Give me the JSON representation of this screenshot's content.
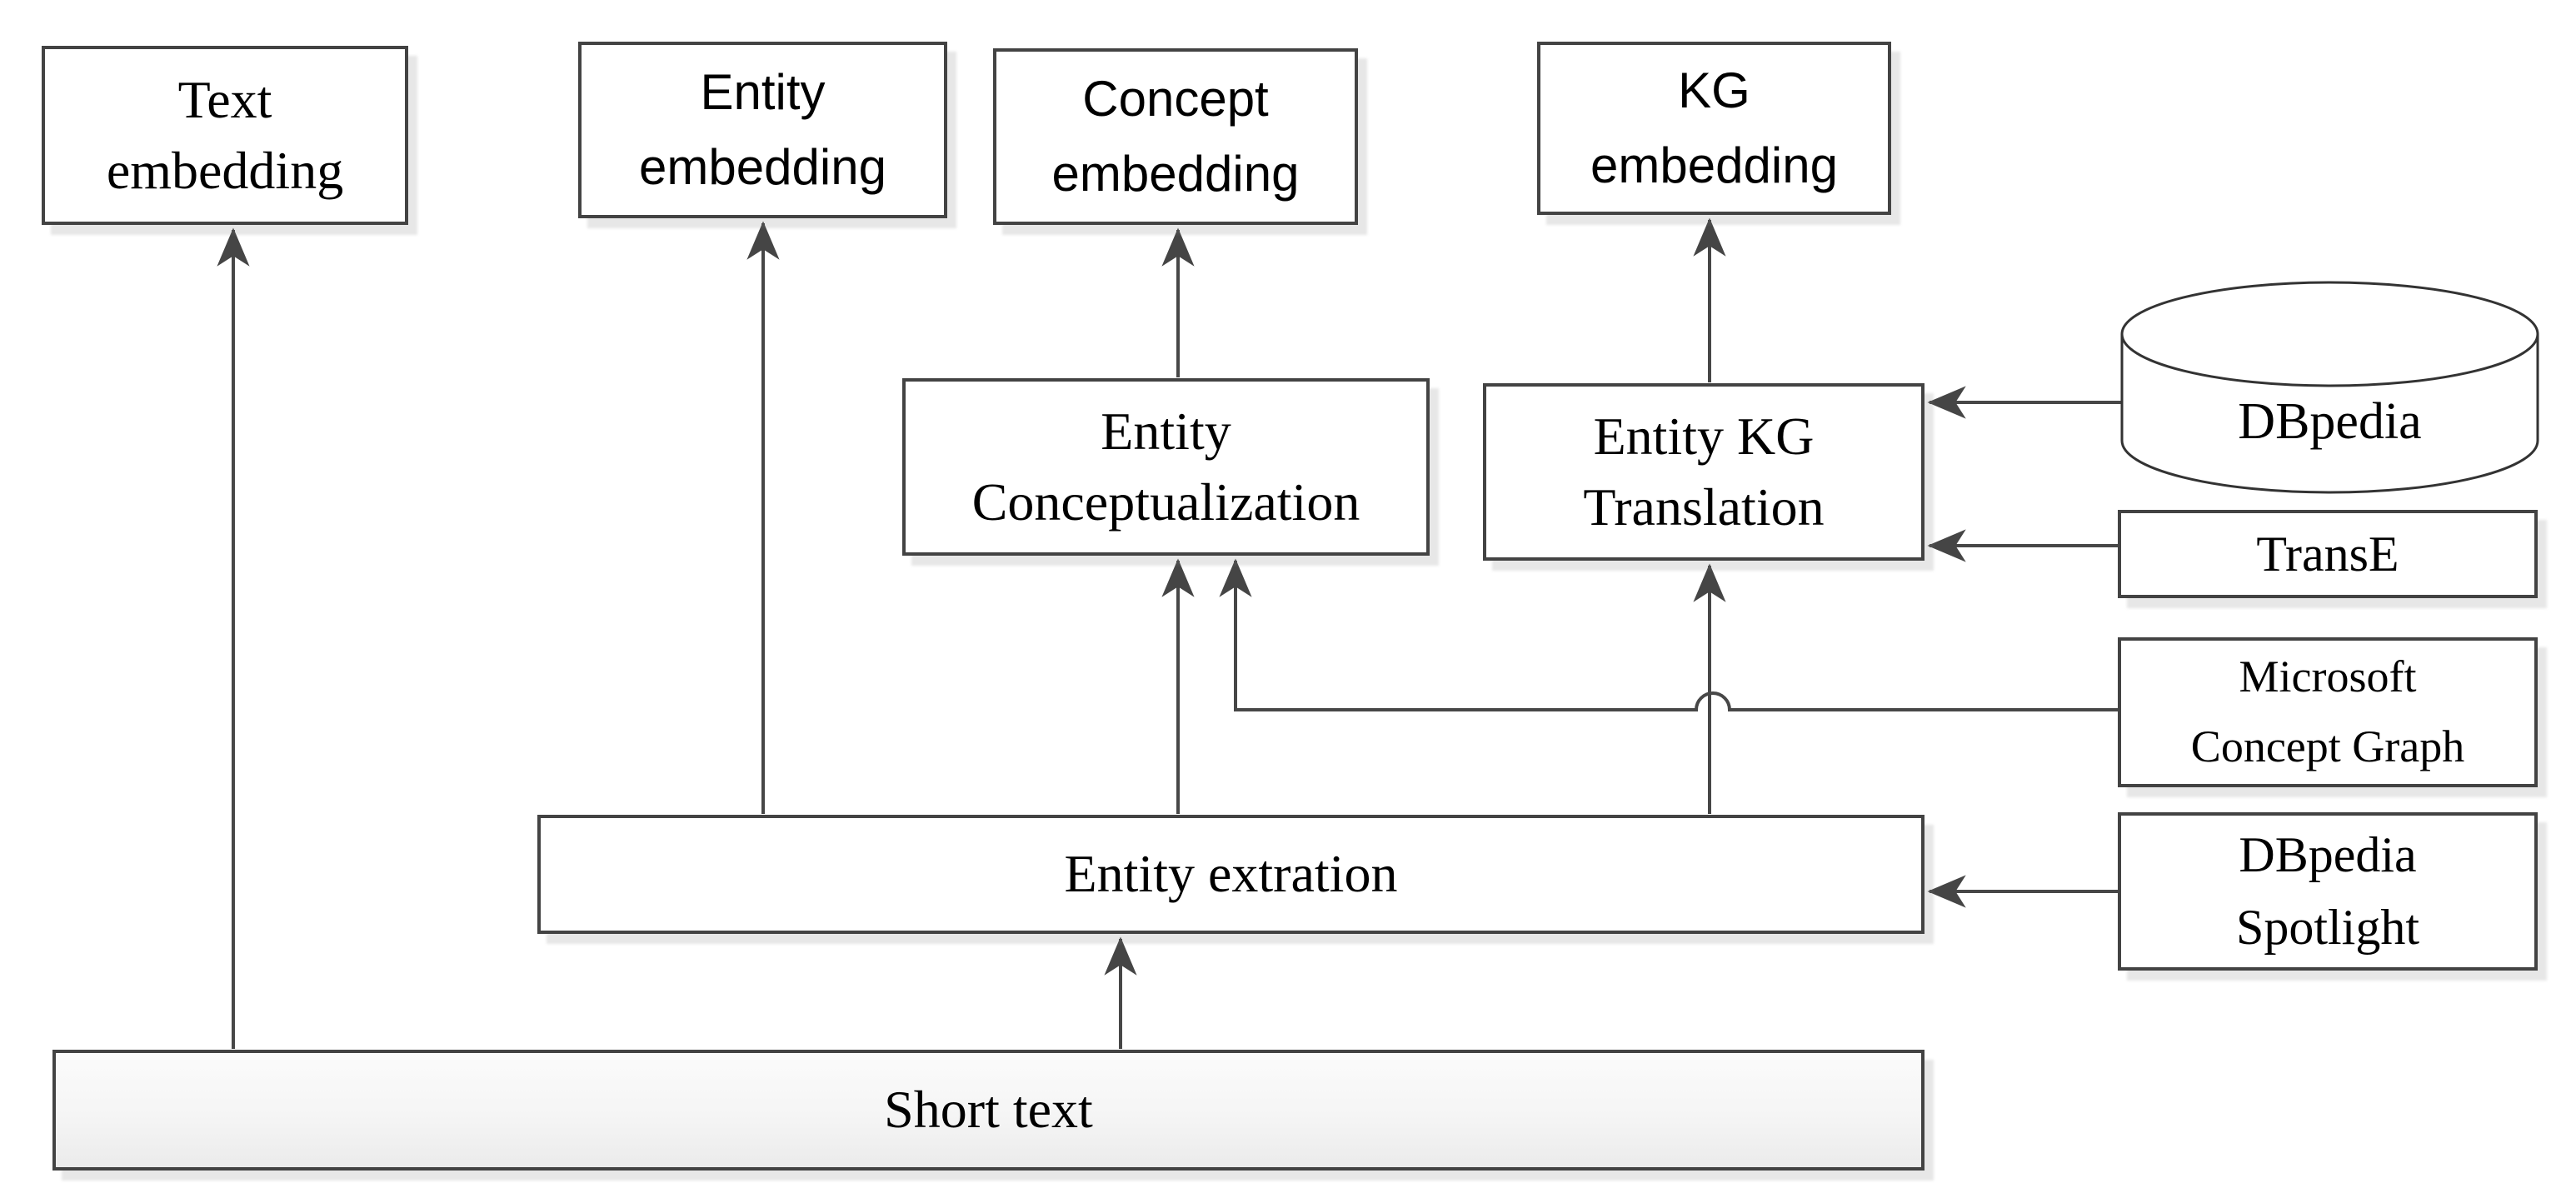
{
  "diagram": {
    "nodes": {
      "text_embedding": {
        "label": "Text\nembedding"
      },
      "entity_embedding": {
        "label": "Entity\nembedding"
      },
      "concept_embedding": {
        "label": "Concept\nembedding"
      },
      "kg_embedding": {
        "label": "KG\nembedding"
      },
      "entity_conceptualization": {
        "label": "Entity\nConceptualization"
      },
      "entity_kg_translation": {
        "label": "Entity KG\nTranslation"
      },
      "entity_extraction": {
        "label": "Entity extration"
      },
      "short_text": {
        "label": "Short text"
      },
      "dbpedia": {
        "label": "DBpedia"
      },
      "transe": {
        "label": "TransE"
      },
      "microsoft_concept_graph": {
        "label": "Microsoft\nConcept Graph"
      },
      "dbpedia_spotlight": {
        "label": "DBpedia\nSpotlight"
      }
    },
    "edges": [
      {
        "from": "short_text",
        "to": "text_embedding"
      },
      {
        "from": "short_text",
        "to": "entity_extraction"
      },
      {
        "from": "entity_extraction",
        "to": "entity_embedding"
      },
      {
        "from": "entity_extraction",
        "to": "entity_conceptualization"
      },
      {
        "from": "entity_extraction",
        "to": "entity_kg_translation"
      },
      {
        "from": "entity_conceptualization",
        "to": "concept_embedding"
      },
      {
        "from": "entity_kg_translation",
        "to": "kg_embedding"
      },
      {
        "from": "microsoft_concept_graph",
        "to": "entity_conceptualization"
      },
      {
        "from": "dbpedia",
        "to": "entity_kg_translation"
      },
      {
        "from": "transe",
        "to": "entity_kg_translation"
      },
      {
        "from": "dbpedia_spotlight",
        "to": "entity_extraction"
      }
    ],
    "colors": {
      "line": "#474747",
      "arrowhead": "#454545",
      "box_border": "#434343",
      "box_fill": "#ffffff",
      "short_text_fill_top": "#fbfbfb",
      "short_text_fill_bottom": "#ebebeb",
      "shadow": "#dedede",
      "text": "#000000"
    }
  }
}
